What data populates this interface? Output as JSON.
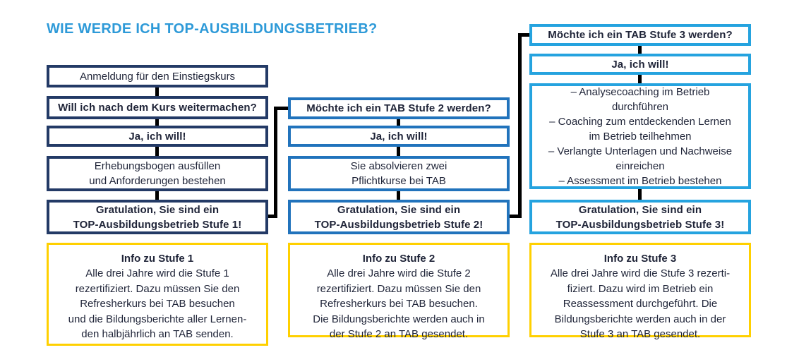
{
  "title": "WIE WERDE ICH TOP-AUSBILDUNGSBETRIEB?",
  "colors": {
    "title_text": "#2e9ad8",
    "stage1_border": "#233a66",
    "stage2_border": "#2173bc",
    "stage3_border": "#25a3df",
    "info_border": "#ffd000",
    "connector": "#000000",
    "body_text": "#1f2438",
    "background": "#ffffff"
  },
  "columns": [
    {
      "stage": "Stufe 1",
      "boxes": [
        {
          "text": "Anmeldung für den Einstiegskurs",
          "bold": false
        },
        {
          "text": "Will ich nach dem Kurs weitermachen?",
          "bold": true
        },
        {
          "text": "Ja, ich will!",
          "bold": true
        },
        {
          "text": "Erhebungsbogen ausfüllen\nund Anforderungen bestehen",
          "bold": false
        },
        {
          "text": "Gratulation, Sie sind ein\nTOP-Ausbildungsbetrieb Stufe 1!",
          "bold": true
        }
      ],
      "info": {
        "title": "Info zu Stufe 1",
        "body": "Alle drei Jahre wird die Stufe 1\nrezertifiziert. Dazu müssen Sie den\nRefresherkurs bei TAB besuchen\nund die Bildungsberichte aller Lernen-\nden halbjährlich an TAB senden."
      }
    },
    {
      "stage": "Stufe 2",
      "boxes": [
        {
          "text": "Möchte ich ein TAB Stufe 2 werden?",
          "bold": true
        },
        {
          "text": "Ja, ich will!",
          "bold": true
        },
        {
          "text": "Sie absolvieren zwei\nPflichtkurse bei TAB",
          "bold": false
        },
        {
          "text": "Gratulation, Sie sind ein\nTOP-Ausbildungsbetrieb Stufe 2!",
          "bold": true
        }
      ],
      "info": {
        "title": "Info zu Stufe 2",
        "body": "Alle drei Jahre wird die Stufe 2\nrezertifiziert. Dazu müssen Sie den\nRefresherkurs bei TAB besuchen.\nDie Bildungsberichte werden auch in\nder Stufe 2 an TAB gesendet."
      }
    },
    {
      "stage": "Stufe 3",
      "boxes": [
        {
          "text": "Möchte ich ein TAB Stufe 3 werden?",
          "bold": true
        },
        {
          "text": "Ja, ich will!",
          "bold": true
        },
        {
          "text": "– Analysecoaching im Betrieb\ndurchführen\n– Coaching zum entdeckenden Lernen\nim Betrieb teilhehmen\n– Verlangte Unterlagen und Nachweise\neinreichen\n– Assessment im Betrieb bestehen",
          "bold": false
        },
        {
          "text": "Gratulation, Sie sind ein\nTOP-Ausbildungsbetrieb Stufe 3!",
          "bold": true
        }
      ],
      "info": {
        "title": "Info zu Stufe 3",
        "body": "Alle drei Jahre wird die Stufe 3 rezerti-\nfiziert. Dazu wird im Betrieb ein\nReassessment durchgeführt. Die\nBildungsberichte werden auch in der\nStufe 3 an TAB gesendet."
      }
    }
  ]
}
